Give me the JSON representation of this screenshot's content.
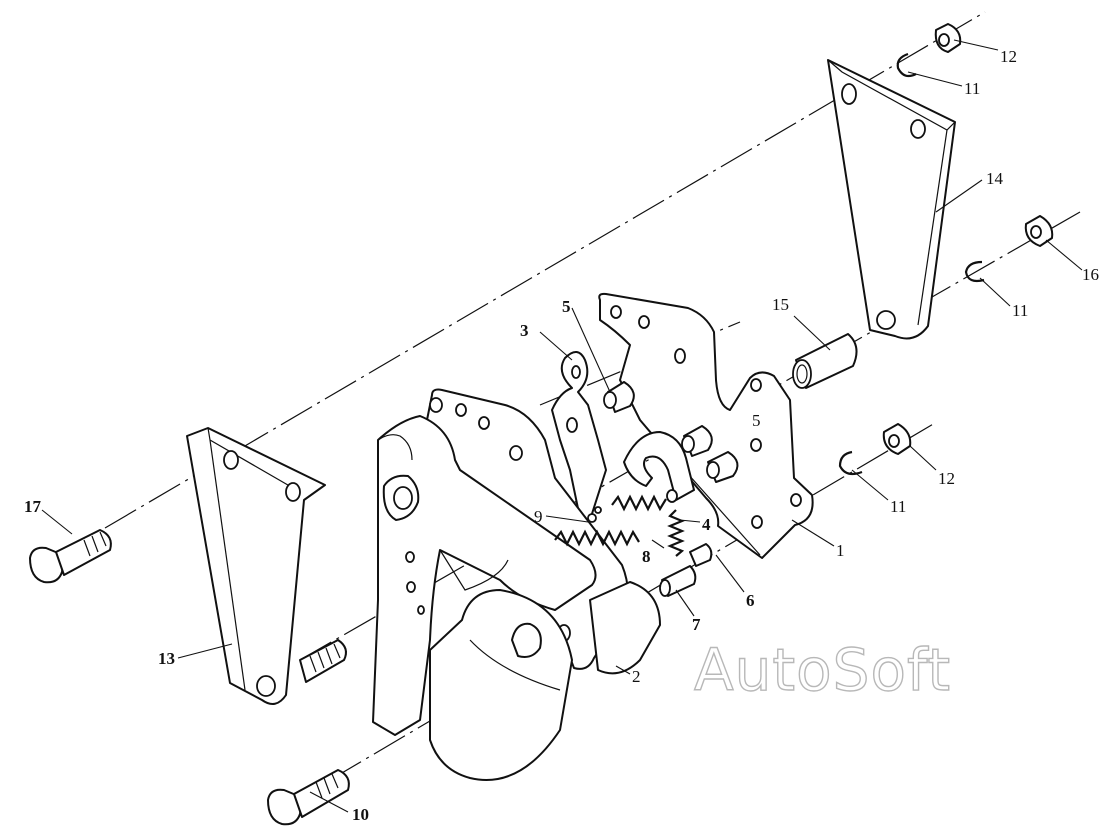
{
  "watermark": "AutoSoft",
  "callouts": [
    "1",
    "2",
    "3",
    "4",
    "5",
    "5",
    "6",
    "7",
    "8",
    "9",
    "10",
    "11",
    "11",
    "11",
    "12",
    "12",
    "13",
    "14",
    "15",
    "16",
    "17"
  ]
}
